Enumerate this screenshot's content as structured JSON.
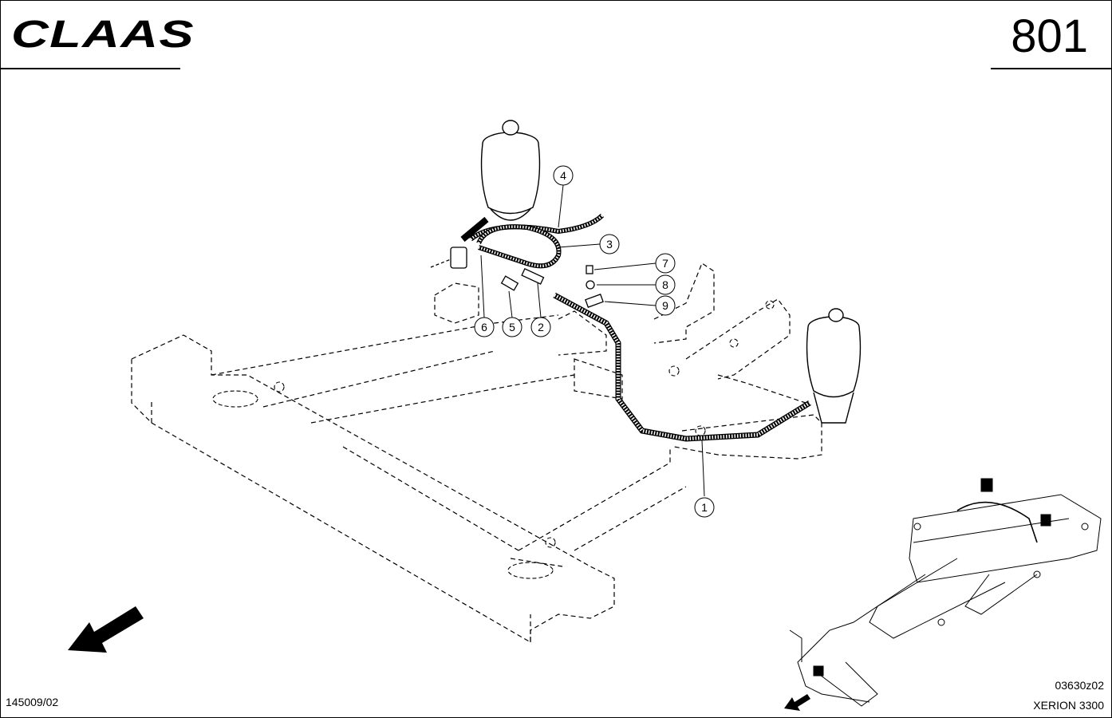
{
  "header": {
    "brand": "CLAAS",
    "page_number": "801"
  },
  "callouts": [
    "1",
    "2",
    "3",
    "4",
    "5",
    "6",
    "7",
    "8",
    "9"
  ],
  "footer": {
    "drawing_id": "145009/02",
    "reference_code": "03630z02",
    "model": "XERION 3300"
  }
}
